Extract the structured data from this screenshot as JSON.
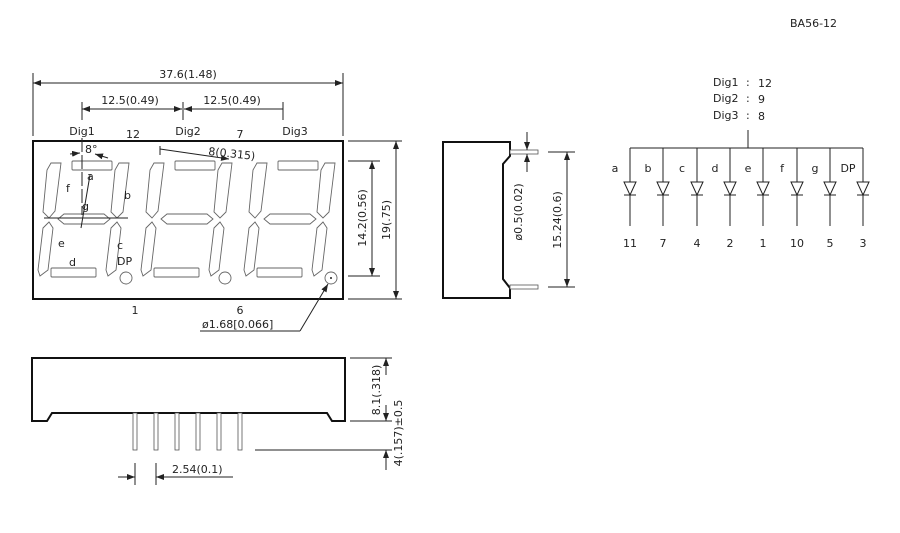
{
  "part_number": "BA56-12",
  "front_view": {
    "overall_width": "37.6(1.48)",
    "digit_pitch_1": "12.5(0.49)",
    "digit_pitch_2": "12.5(0.49)",
    "digit_labels": [
      "Dig1",
      "Dig2",
      "Dig3"
    ],
    "top_pins": [
      "12",
      "7"
    ],
    "bottom_pins": [
      "1",
      "6"
    ],
    "slant_angle": "8°",
    "digit_width": "8(0.315)",
    "segment_labels": {
      "a": "a",
      "b": "b",
      "c": "c",
      "d": "d",
      "e": "e",
      "f": "f",
      "g": "g",
      "dp": "DP"
    },
    "digit_height": "14.2(0.56)",
    "overall_height": "19(.75)",
    "dp_diameter": "ø1.68[0.066]"
  },
  "side_view": {
    "pin_diameter": "ø0.5(0.02)",
    "row_spacing": "15.24(0.6)"
  },
  "bottom_view": {
    "body_height": "8.1(.318)",
    "pin_length": "4(.157)±0.5",
    "pin_pitch": "2.54(0.1)"
  },
  "schematic": {
    "common": [
      {
        "label": "Dig1",
        "sep": ":",
        "pin": "12"
      },
      {
        "label": "Dig2",
        "sep": ":",
        "pin": "9"
      },
      {
        "label": "Dig3",
        "sep": ":",
        "pin": "8"
      }
    ],
    "segments": [
      {
        "name": "a",
        "pin": "11"
      },
      {
        "name": "b",
        "pin": "7"
      },
      {
        "name": "c",
        "pin": "4"
      },
      {
        "name": "d",
        "pin": "2"
      },
      {
        "name": "e",
        "pin": "1"
      },
      {
        "name": "f",
        "pin": "10"
      },
      {
        "name": "g",
        "pin": "5"
      },
      {
        "name": "DP",
        "pin": "3"
      }
    ]
  }
}
